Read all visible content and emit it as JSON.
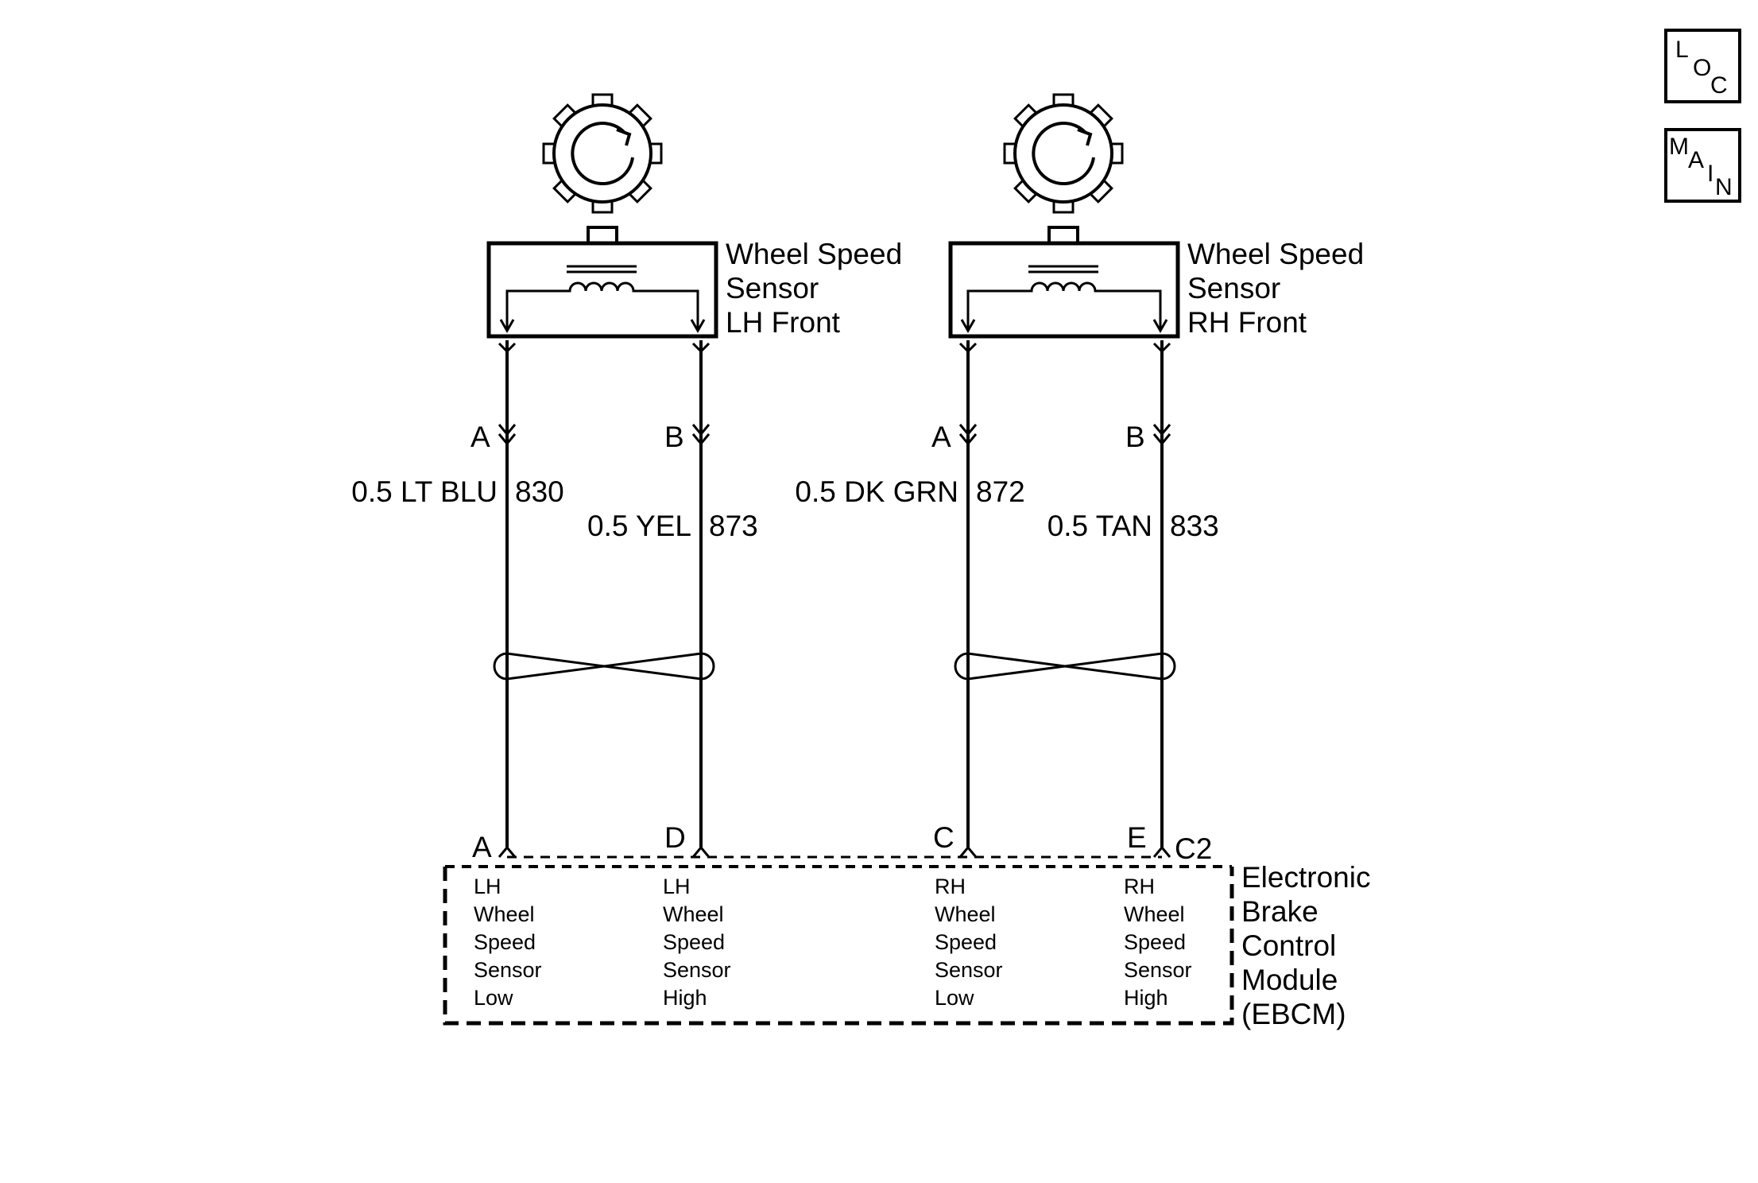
{
  "nav_buttons": [
    {
      "letters": [
        "L",
        "O",
        "C"
      ],
      "icon": "loc-button"
    },
    {
      "letters": [
        "M",
        "A",
        "I",
        "N"
      ],
      "icon": "main-button"
    }
  ],
  "sensors": [
    {
      "label_lines": [
        "Wheel Speed",
        "Sensor",
        "LH Front"
      ],
      "connector_pins": [
        "A",
        "B"
      ]
    },
    {
      "label_lines": [
        "Wheel Speed",
        "Sensor",
        "RH Front"
      ],
      "connector_pins": [
        "A",
        "B"
      ]
    }
  ],
  "wires": [
    {
      "gauge_color": "0.5 LT BLU",
      "circuit": "830"
    },
    {
      "gauge_color": "0.5 YEL",
      "circuit": "873"
    },
    {
      "gauge_color": "0.5 DK GRN",
      "circuit": "872"
    },
    {
      "gauge_color": "0.5 TAN",
      "circuit": "833"
    }
  ],
  "ebcm": {
    "label_lines": [
      "Electronic",
      "Brake",
      "Control",
      "Module",
      "(EBCM)"
    ],
    "connector": "C2",
    "pins": [
      {
        "pin": "A",
        "lines": [
          "LH",
          "Wheel",
          "Speed",
          "Sensor",
          "Low"
        ]
      },
      {
        "pin": "D",
        "lines": [
          "LH",
          "Wheel",
          "Speed",
          "Sensor",
          "High"
        ]
      },
      {
        "pin": "C",
        "lines": [
          "RH",
          "Wheel",
          "Speed",
          "Sensor",
          "Low"
        ]
      },
      {
        "pin": "E",
        "lines": [
          "RH",
          "Wheel",
          "Speed",
          "Sensor",
          "High"
        ]
      }
    ]
  }
}
